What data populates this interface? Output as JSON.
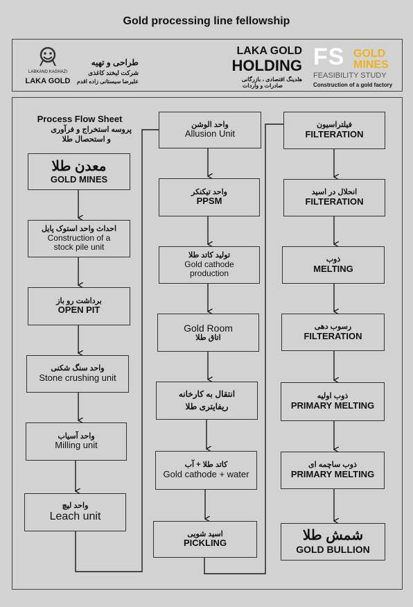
{
  "title": "Gold processing line fellowship",
  "header": {
    "logo_top": "LABKAND KAGHAZI",
    "logo_name": "LAKA GOLD",
    "fa_title": "طراحی و تهیه",
    "fa_company": "شرکت لبخند کاغذی",
    "fa_person": "علیرضا سیستانی زاده اقدم",
    "center_line1": "LAKA GOLD",
    "center_line2": "HOLDING",
    "center_fa1": "هلدینگ  اقتصادی ، بازرگانی",
    "center_fa2": "صادرات و واردات",
    "fs_letters": "FS",
    "fs_gold": "GOLD",
    "fs_mines": "MINES",
    "fs_feasibility": "FEASIBILITY STUDY",
    "fs_construction": "Construction of a gold factory"
  },
  "flow": {
    "heading": "Process Flow Sheet",
    "heading_fa1": "پروسه استخراج و فرآوری",
    "heading_fa2": "و  استحصال طلا",
    "col1": [
      {
        "fa": "معدن طلا",
        "en": "GOLD MINES"
      },
      {
        "fa": "احداث واحد استوک پایل",
        "en": "Construction of a stock pile unit"
      },
      {
        "fa": "برداشت رو باز",
        "en": "OPEN PIT"
      },
      {
        "fa": "واحد سنگ شکنی",
        "en": "Stone crushing unit"
      },
      {
        "fa": "واحد آسیاب",
        "en": "Milling unit"
      },
      {
        "fa": "واحد لیچ",
        "en": "Leach unit"
      }
    ],
    "col2": [
      {
        "fa": "واحد الوشن",
        "en": "Allusion Unit"
      },
      {
        "fa": "واحد تیکنکر",
        "en": "PPSM"
      },
      {
        "fa": "تولید کاتد طلا",
        "en": "Gold cathode production"
      },
      {
        "fa": "اتاق طلا",
        "en": "Gold Room"
      },
      {
        "fa": "انتقال به کارخانه",
        "en": "ریفایتری طلا"
      },
      {
        "fa": "کاتد طلا + آب",
        "en": "Gold cathode + water"
      },
      {
        "fa": "اسید شویی",
        "en": "PICKLING"
      }
    ],
    "col3": [
      {
        "fa": "فیلتراسیون",
        "en": "FILTERATION"
      },
      {
        "fa": "انحلال در اسید",
        "en": "FILTERATION"
      },
      {
        "fa": "ذوب",
        "en": "MELTING"
      },
      {
        "fa": "رسوب دهی",
        "en": "FILTERATION"
      },
      {
        "fa": "ذوب اولیه",
        "en": "PRIMARY MELTING"
      },
      {
        "fa": "ذوب ساچمه ای",
        "en": "PRIMARY MELTING"
      },
      {
        "fa": "شمش طلا",
        "en": "GOLD BULLION"
      }
    ]
  },
  "colors": {
    "background": "#d2d2d2",
    "fs_gold": "#f0b21c",
    "line": "#1a1a1a"
  }
}
